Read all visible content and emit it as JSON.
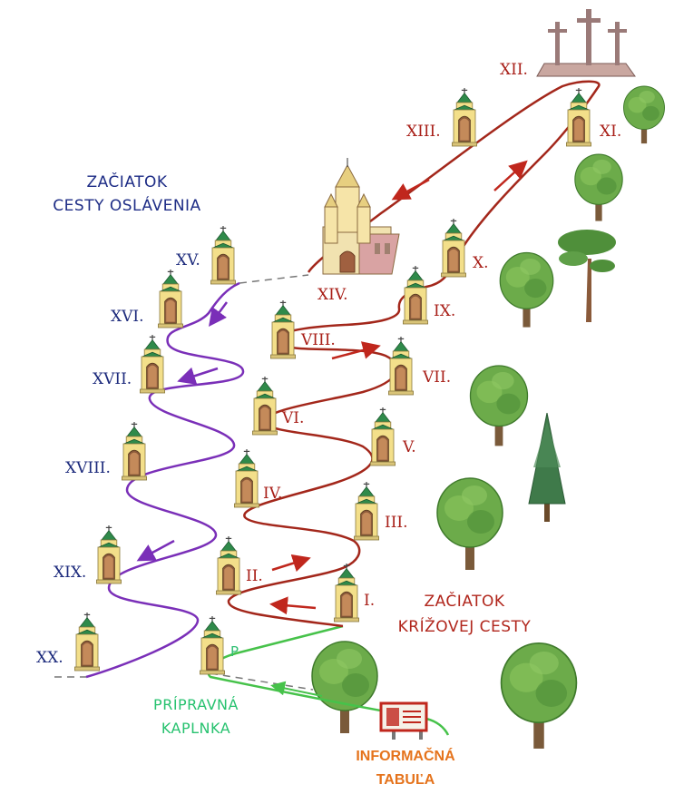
{
  "colors": {
    "red_route": "#a3271b",
    "purple_route": "#7a2fb8",
    "green_route": "#46c24a",
    "red_label": "#a81f18",
    "blue_label": "#1c2a7c",
    "green_label": "#2fbf73",
    "orange_label": "#e5731c",
    "chapel_wall": "#f3df8a",
    "chapel_roof": "#2f8a4a"
  },
  "titles": {
    "start_glory_line1": "ZAČIATOK",
    "start_glory_line2": "CESTY OSLÁVENIA",
    "start_cross_line1": "ZAČIATOK",
    "start_cross_line2": "KRÍŽOVEJ CESTY",
    "prep_chapel_line1": "PRÍPRAVNÁ",
    "prep_chapel_line2": "KAPLNKA",
    "info_line1": "INFORMAČNÁ",
    "info_line2": "TABUĽA"
  },
  "stations": {
    "s1": "I.",
    "s2": "II.",
    "s3": "III.",
    "s4": "IV.",
    "s5": "V.",
    "s6": "VI.",
    "s7": "VII.",
    "s8": "VIII.",
    "s9": "IX.",
    "s10": "X.",
    "s11": "XI.",
    "s12": "XII.",
    "s13": "XIII.",
    "s14": "XIV.",
    "s15": "XV.",
    "s16": "XVI.",
    "s17": "XVII.",
    "s18": "XVIII.",
    "s19": "XIX.",
    "s20": "XX.",
    "prep": "P"
  },
  "icons": [
    "chapel-icon",
    "church-icon",
    "calvary-crosses-icon",
    "deciduous-tree-icon",
    "pine-tree-icon",
    "spruce-tree-icon",
    "info-board-icon",
    "direction-arrow-icon"
  ]
}
